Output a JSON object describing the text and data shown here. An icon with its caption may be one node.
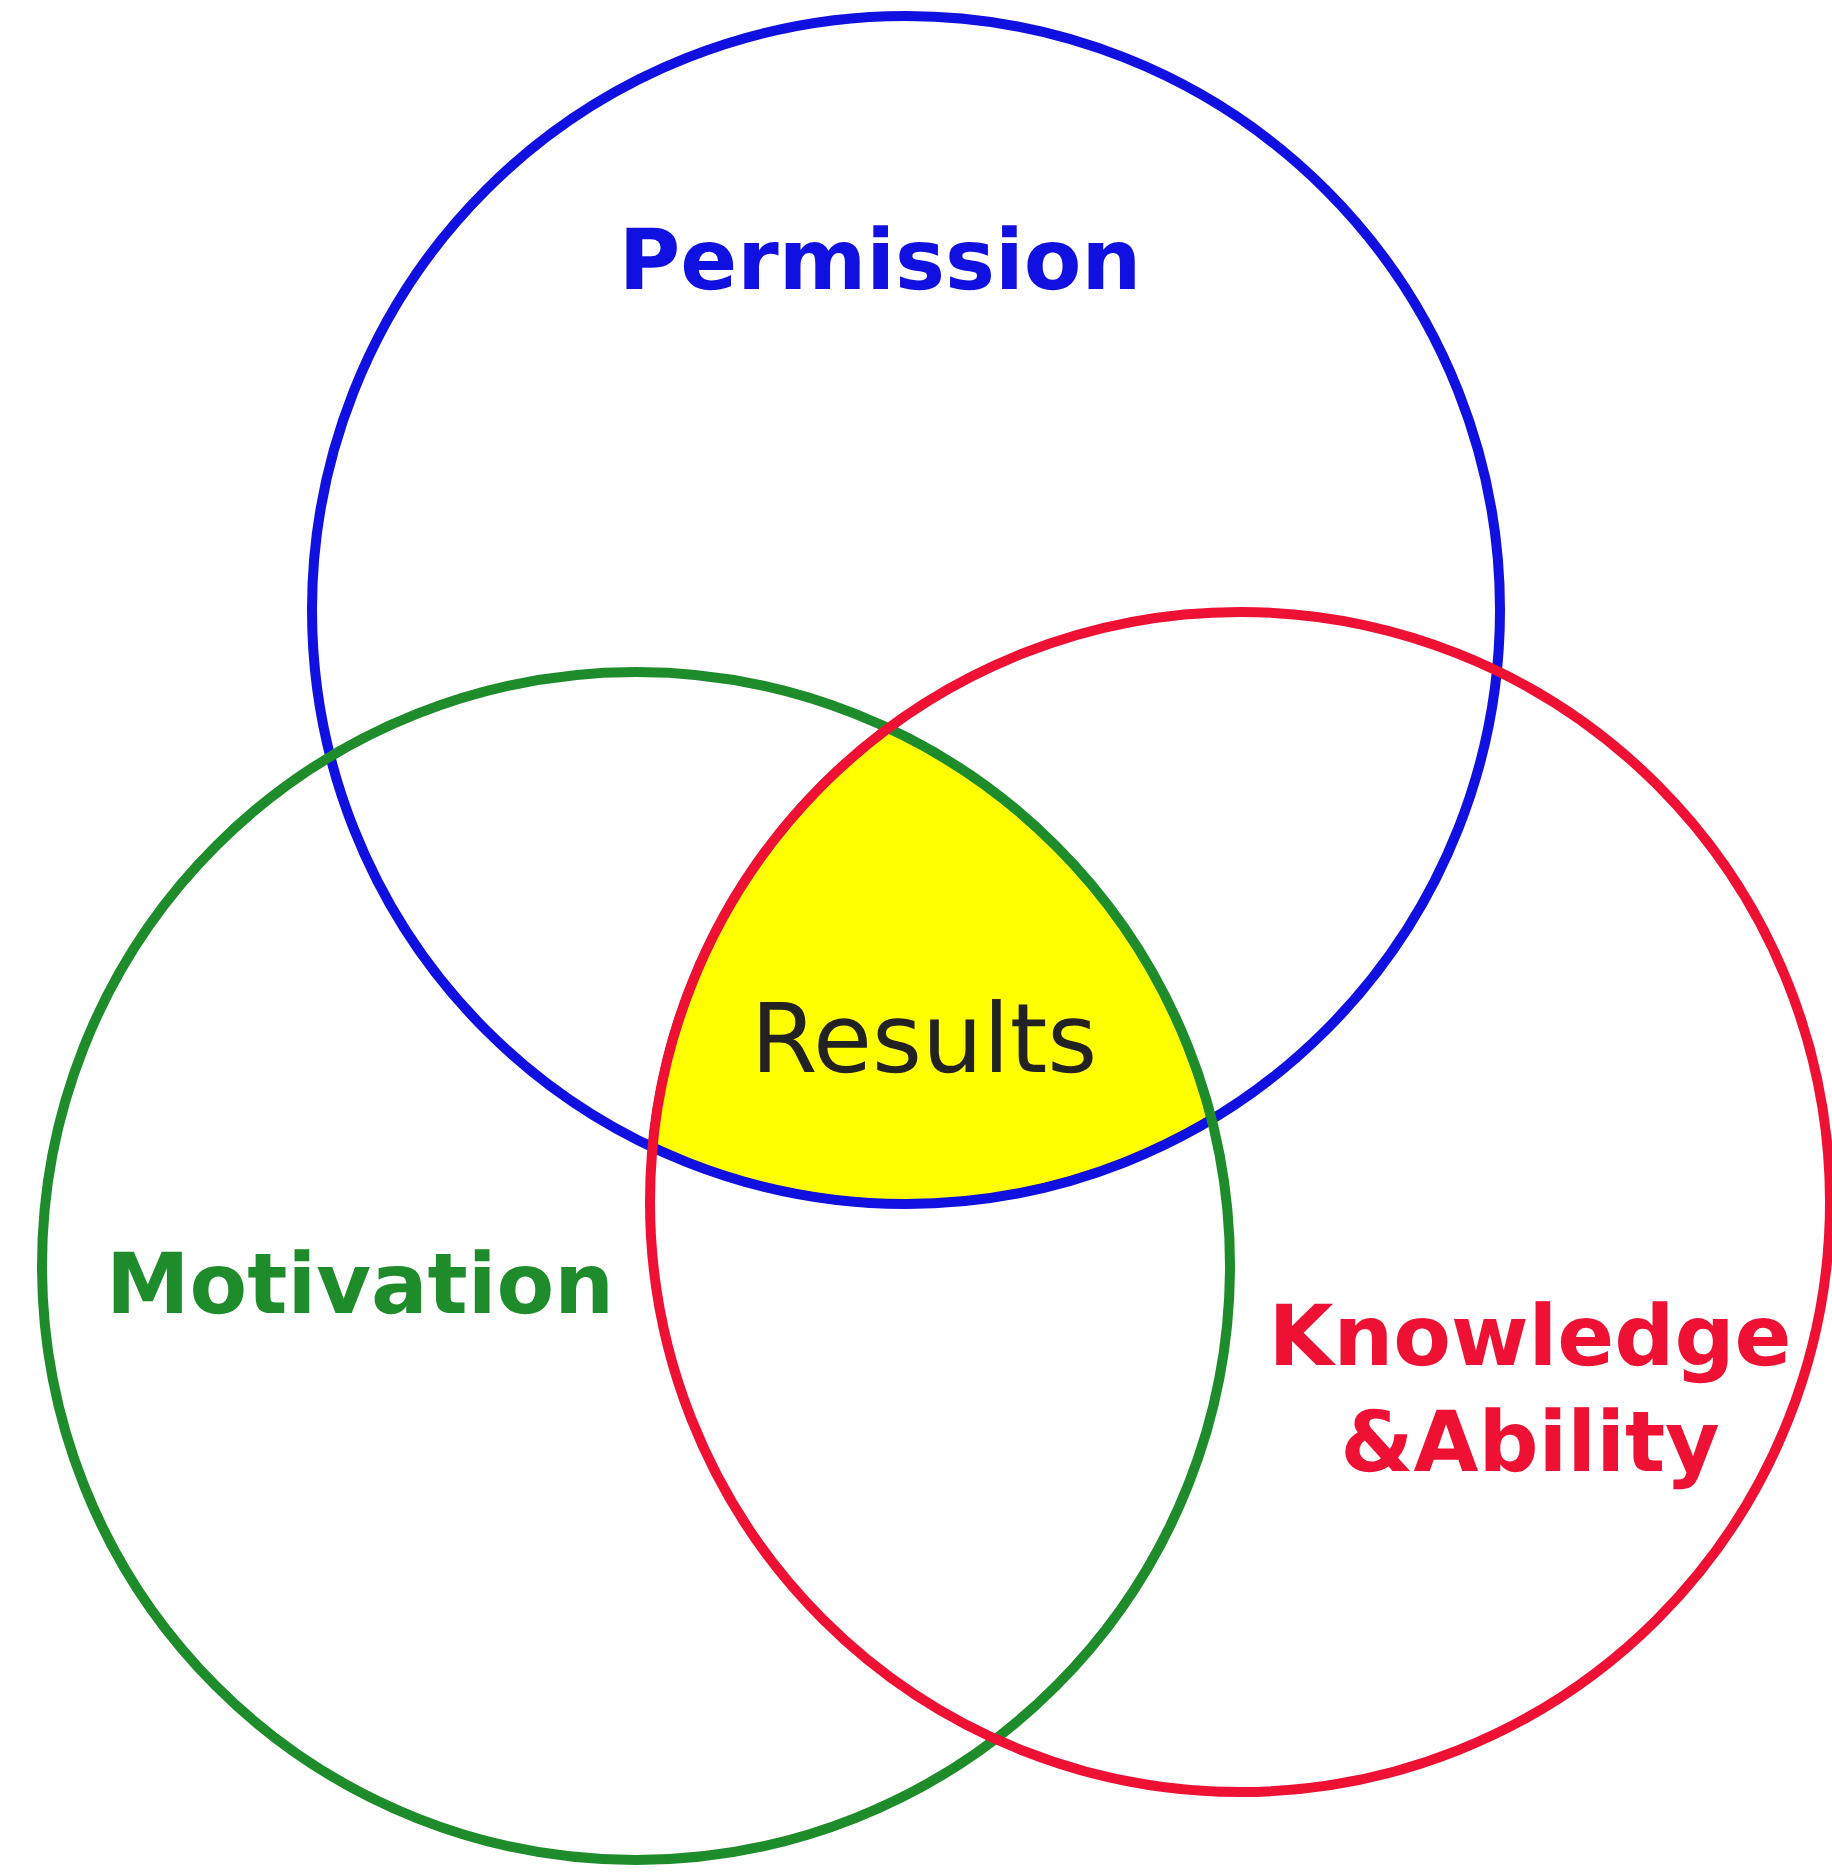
{
  "diagram": {
    "nodes": [
      {
        "text": [
          "Permission"
        ]
      },
      {
        "text": [
          "Motivation"
        ]
      },
      {
        "text": [
          "Knowledge &Ability"
        ]
      },
      {
        "text": [
          "Results"
        ]
      }
    ]
  }
}
